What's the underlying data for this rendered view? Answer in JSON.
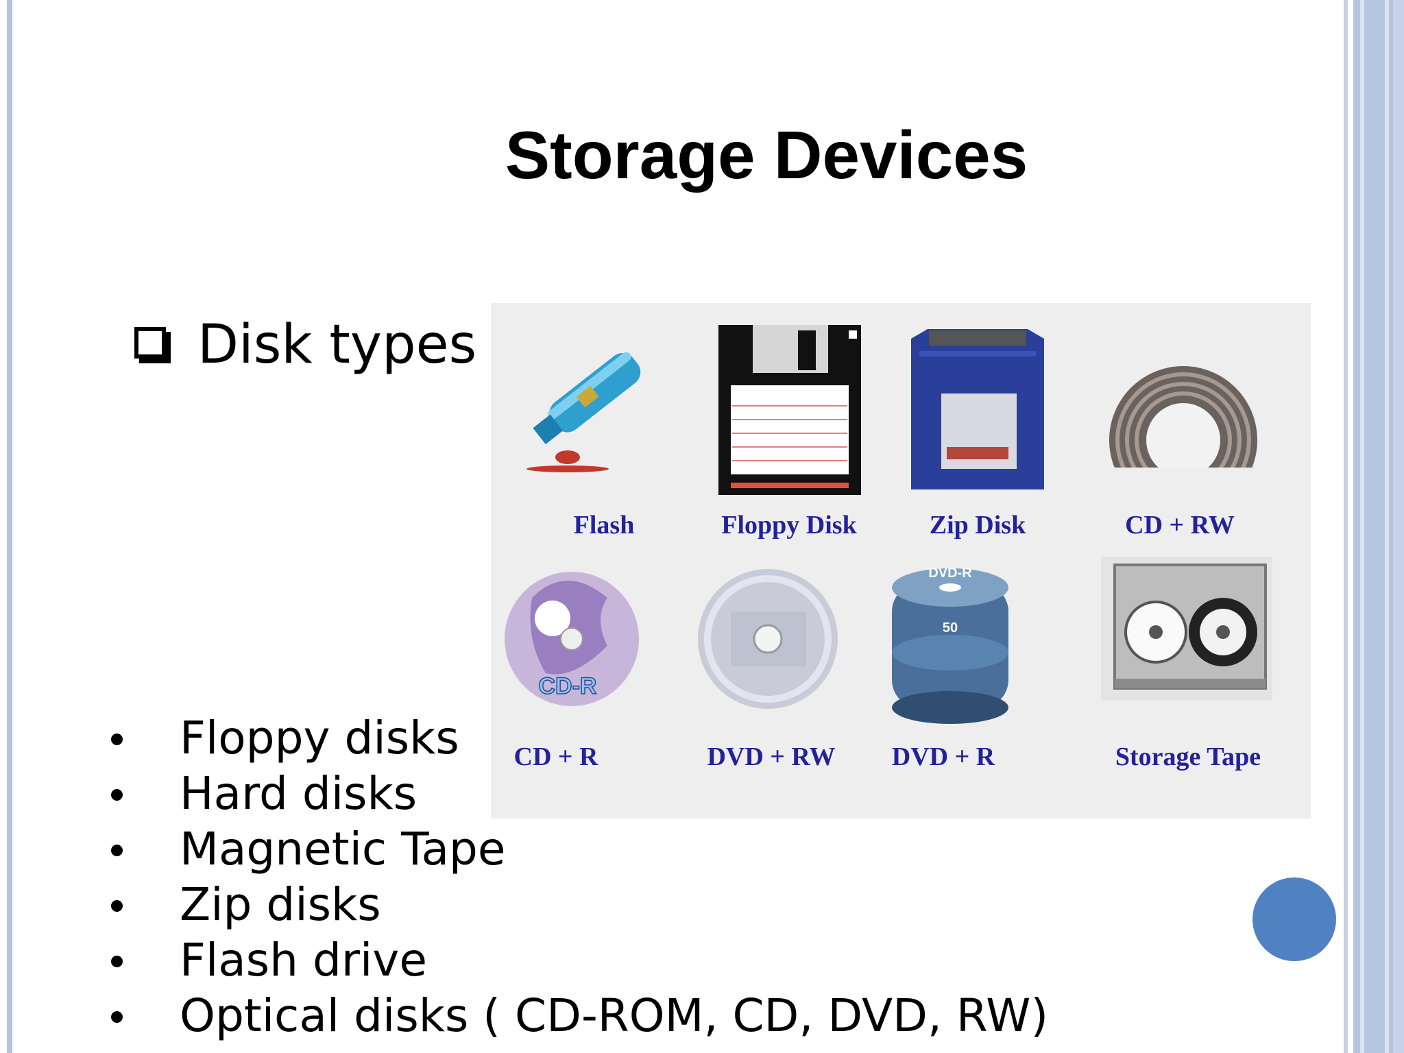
{
  "slide": {
    "title": "Storage Devices",
    "heading": "Disk types",
    "bullets": [
      "Floppy disks",
      "Hard disks",
      "Magnetic Tape",
      "Zip disks",
      "Flash drive",
      "Optical disks ( CD-ROM, CD, DVD, RW)"
    ]
  },
  "image_panel": {
    "items": [
      {
        "label": "Flash",
        "icon": "usb-flash-drive-icon"
      },
      {
        "label": "Floppy Disk",
        "icon": "floppy-disk-icon"
      },
      {
        "label": "Zip Disk",
        "icon": "zip-disk-icon"
      },
      {
        "label": "CD + RW",
        "icon": "cd-rw-icon"
      },
      {
        "label": "CD + R",
        "icon": "cd-r-icon"
      },
      {
        "label": "DVD + RW",
        "icon": "dvd-rw-icon"
      },
      {
        "label": "DVD + R",
        "icon": "dvd-spindle-icon"
      },
      {
        "label": "Storage Tape",
        "icon": "storage-tape-icon"
      }
    ],
    "printed_text": {
      "cd_r_disc": "CD-R",
      "dvd_spindle_top": "DVD-R",
      "dvd_spindle_count": "50"
    }
  },
  "colors": {
    "frame_border": "#b5c3e0",
    "accent_circle": "#4f81c3",
    "image_label": "#22229a"
  }
}
